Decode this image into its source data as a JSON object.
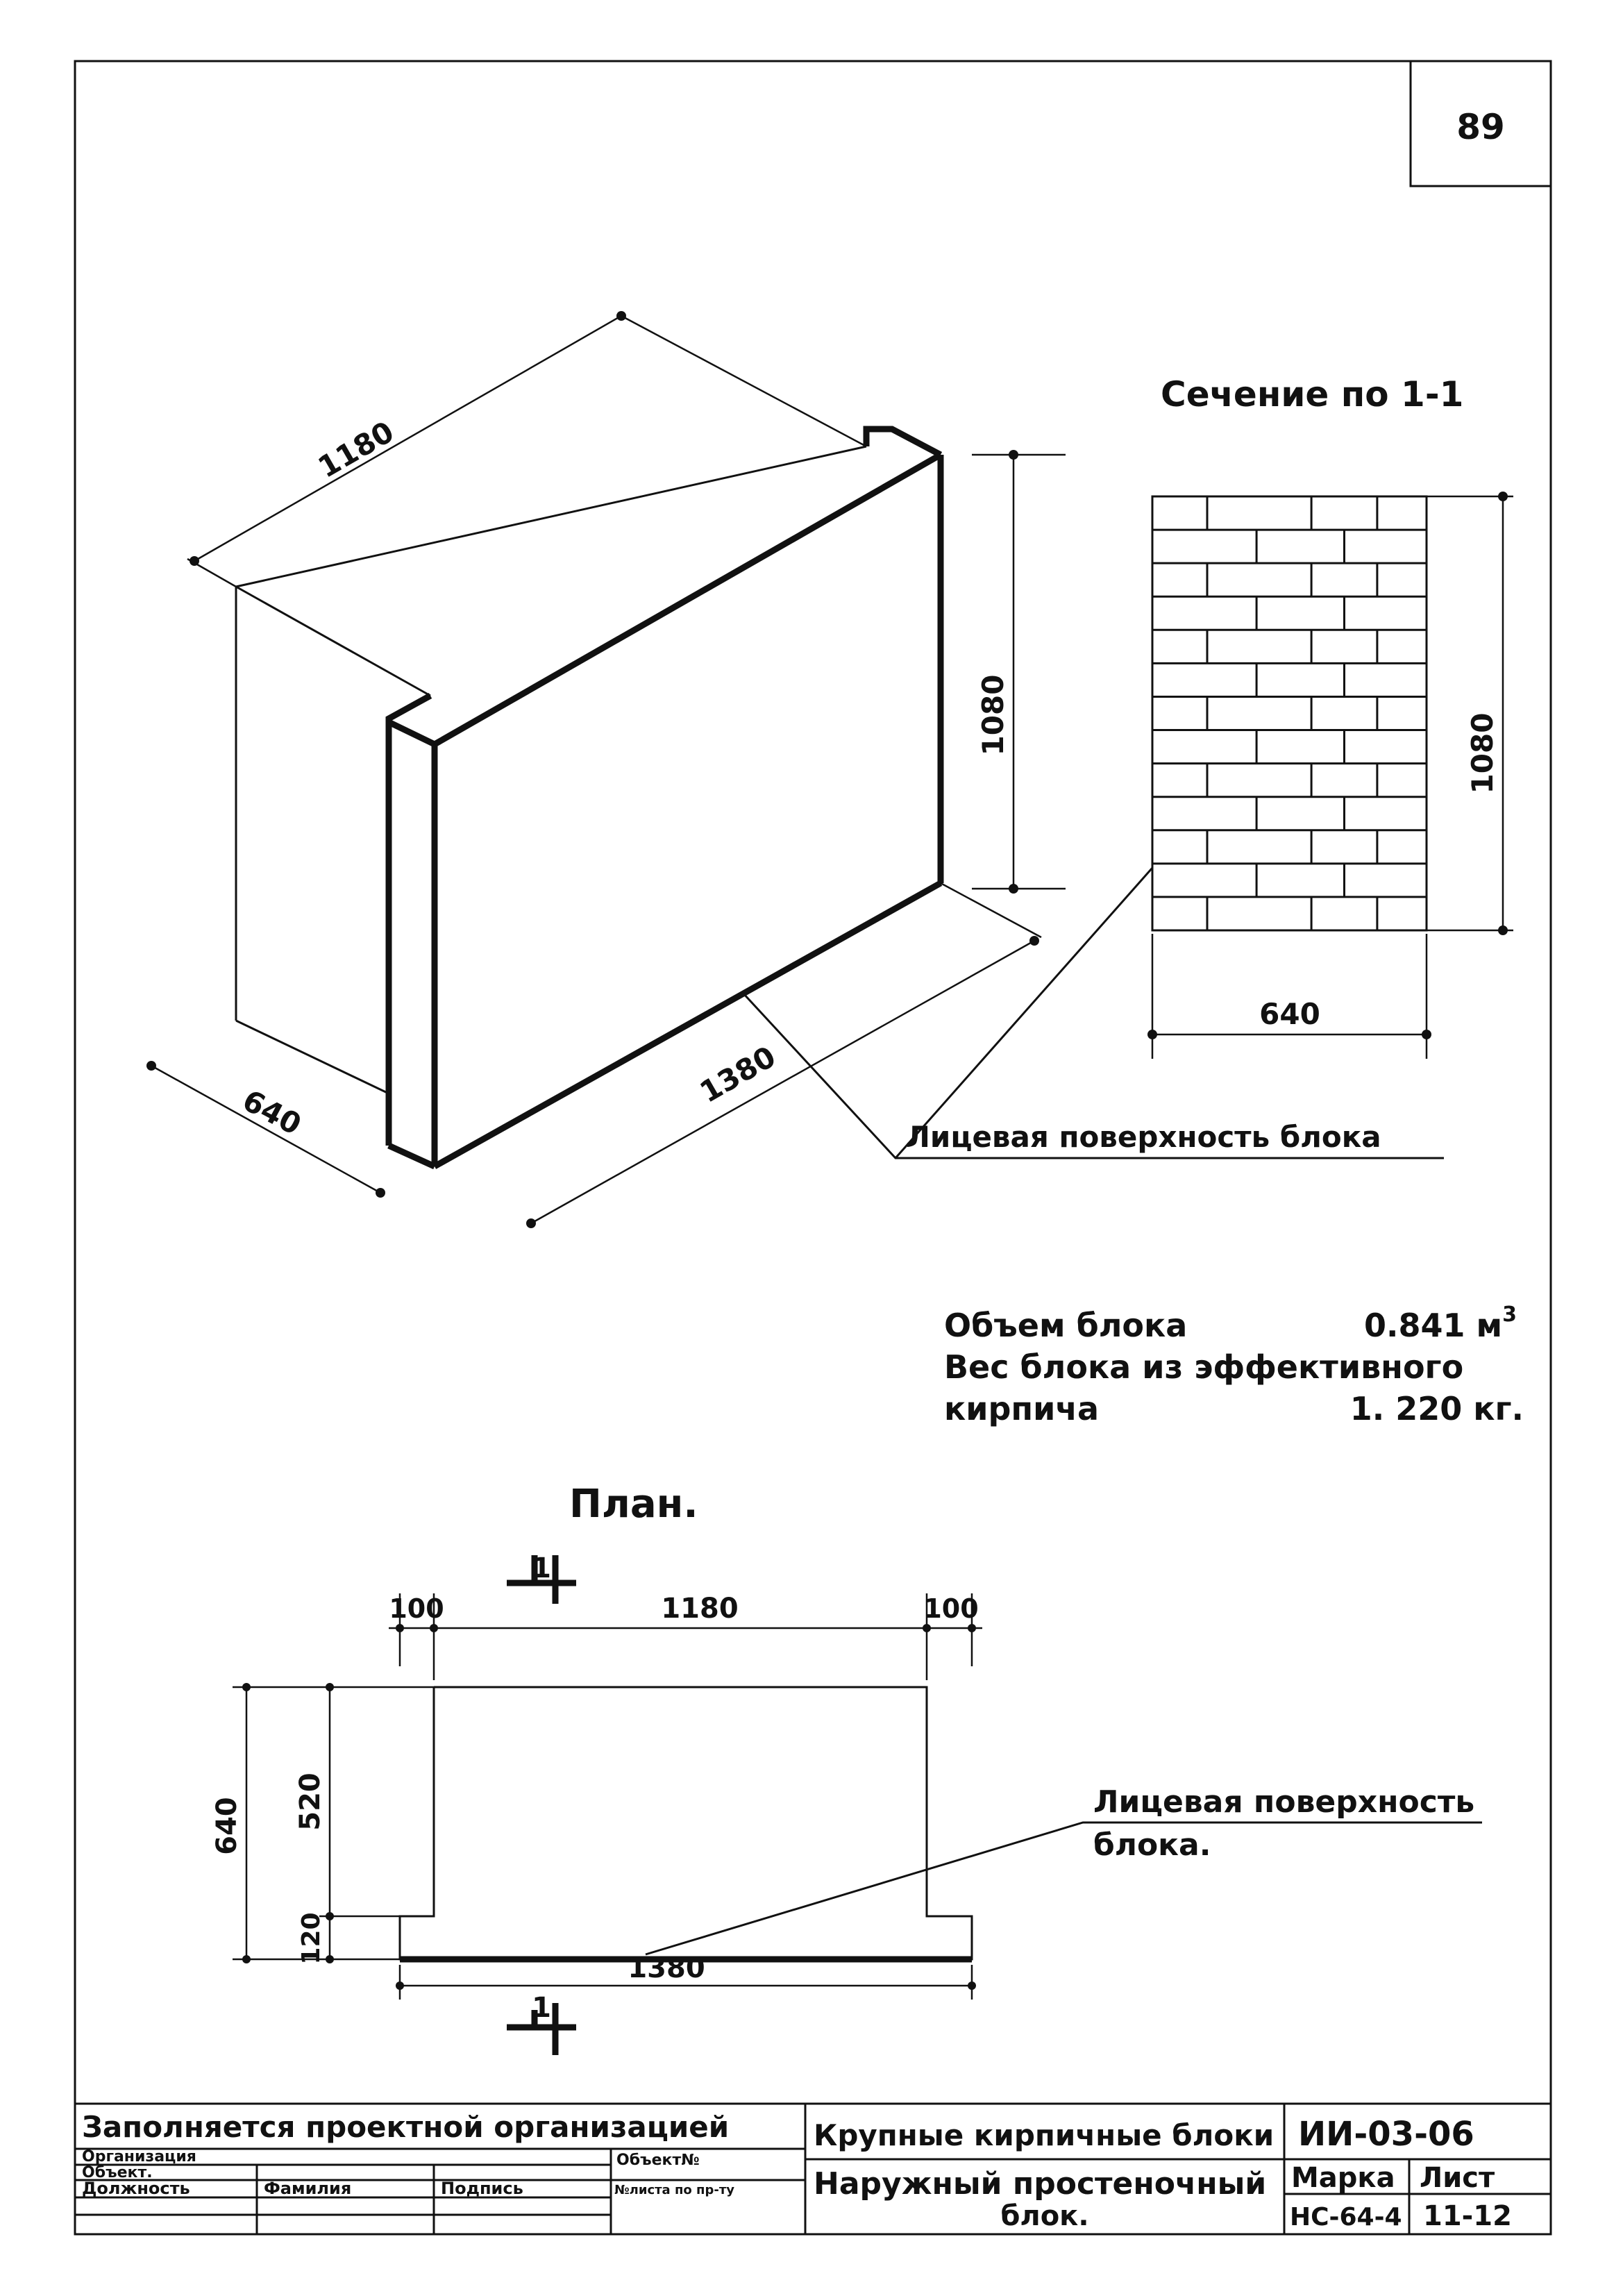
{
  "sheet": {
    "page_number": "89"
  },
  "isometric": {
    "dim_top": "1180",
    "dim_height": "1080",
    "dim_depth": "640",
    "dim_front": "1380"
  },
  "section": {
    "title": "Сечение по 1-1",
    "dim_height": "1080",
    "dim_width": "640"
  },
  "labels": {
    "face_surface_1": "Лицевая поверхность блока",
    "face_surface_2_line1": "Лицевая поверхность",
    "face_surface_2_line2": "блока."
  },
  "specs": {
    "volume_label": "Объем блока",
    "volume_value": "0.841 м",
    "volume_unit_sup": "3",
    "weight_line1": "Вес блока из эффективного",
    "weight_label": "кирпича",
    "weight_value": "1. 220 кг."
  },
  "plan": {
    "title": "План.",
    "section_mark_top": "1",
    "section_mark_bottom": "1",
    "dim_left_offset": "100",
    "dim_right_offset": "100",
    "dim_inner": "1180",
    "dim_total": "1380",
    "dim_depth": "640",
    "dim_upper": "520",
    "dim_lower": "120"
  },
  "title_block": {
    "filled_by": "Заполняется проектной организацией",
    "organization": "Организация",
    "object": "Объект.",
    "object_no": "Объект№",
    "col_position": "Должность",
    "col_name": "Фамилия",
    "col_signature": "Подпись",
    "col_sheet_no": "№листа по пр-ту",
    "product_group": "Крупные кирпичные блоки",
    "series_code": "ИИ-03-06",
    "product_name_line1": "Наружный простеночный",
    "product_name_line2": "блок.",
    "mark_label": "Марка",
    "sheet_label": "Лист",
    "mark_value": "НС-64-4",
    "sheet_value": "11-12"
  }
}
